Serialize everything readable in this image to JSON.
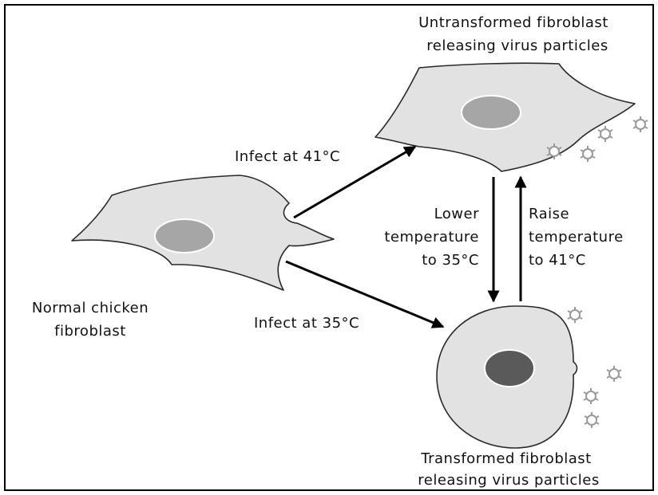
{
  "labels": {
    "normal_cell": [
      "Normal chicken",
      "fibroblast"
    ],
    "untransformed_cell": [
      "Untransformed fibroblast",
      "releasing virus particles"
    ],
    "transformed_cell": [
      "Transformed fibroblast",
      "releasing virus particles"
    ],
    "infect_41": "Infect at 41°C",
    "infect_35": "Infect at 35°C",
    "lower_temp": [
      "Lower",
      "temperature",
      "to 35°C"
    ],
    "raise_temp": [
      "Raise",
      "temperature",
      "to 41°C"
    ]
  },
  "colors": {
    "cell_fill": "#e2e2e2",
    "nucleus_light": "#a6a6a6",
    "nucleus_dark": "#5a5a5a",
    "virus_stroke": "#9a9a9a",
    "arrow": "#000000"
  }
}
